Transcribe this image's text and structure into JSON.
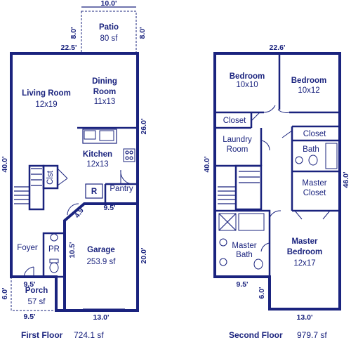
{
  "first_floor": {
    "caption_label": "First Floor",
    "caption_area": "724.1 sf",
    "patio": {
      "name": "Patio",
      "area": "80 sf"
    },
    "living_room": {
      "name": "Living Room",
      "size": "12x19"
    },
    "dining_room": {
      "name_line1": "Dining",
      "name_line2": "Room",
      "size": "11x13"
    },
    "kitchen": {
      "name": "Kitchen",
      "size": "12x13"
    },
    "closet": {
      "name": "Clst"
    },
    "refrigerator": {
      "symbol": "R"
    },
    "pantry": {
      "name": "Pantry"
    },
    "foyer": {
      "name": "Foyer"
    },
    "powder_room": {
      "name": "PR"
    },
    "garage": {
      "name": "Garage",
      "area": "253.9 sf"
    },
    "porch": {
      "name": "Porch",
      "area": "57 sf"
    },
    "dims": {
      "patio_width": "10.0'",
      "patio_depth_left": "8.0'",
      "patio_depth_right": "8.0'",
      "rear_width": "22.5'",
      "right_upper": "26.0'",
      "left_depth": "40.0'",
      "garage_angle": "4.9'",
      "garage_offset": "9.5'",
      "garage_left": "10.5'",
      "garage_right": "20.0'",
      "garage_width": "13.0'",
      "porch_top": "9.5'",
      "porch_bottom": "9.5'",
      "porch_depth": "6.0'"
    }
  },
  "second_floor": {
    "caption_label": "Second Floor",
    "caption_area": "979.7 sf",
    "bedroom_1": {
      "name": "Bedroom",
      "size": "10x10"
    },
    "bedroom_2": {
      "name": "Bedroom",
      "size": "10x12"
    },
    "closet_left": {
      "name": "Closet"
    },
    "closet_right": {
      "name": "Closet"
    },
    "laundry": {
      "name_line1": "Laundry",
      "name_line2": "Room"
    },
    "bath": {
      "name": "Bath"
    },
    "master_closet": {
      "name_line1": "Master",
      "name_line2": "Closet"
    },
    "master_bath": {
      "name_line1": "Master",
      "name_line2": "Bath"
    },
    "master_bedroom": {
      "name_line1": "Master",
      "name_line2": "Bedroom",
      "size": "12x17"
    },
    "dims": {
      "top_width": "22.6'",
      "left_depth": "40.0'",
      "right_depth": "46.0'",
      "bottom_left": "9.5'",
      "step_depth": "6.0'",
      "bottom_width": "13.0'"
    }
  }
}
